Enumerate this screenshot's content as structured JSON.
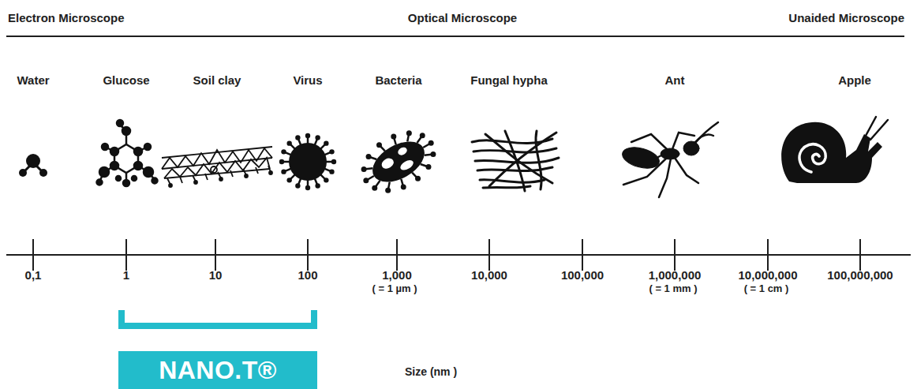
{
  "diagram": {
    "nodes": [
      {
        "text": [
          "NANO.T®"
        ]
      }
    ],
    "labels": [
      "Electron Microscope",
      "Optical Microscope",
      "Unaided Microscope",
      "Water",
      "Glucose",
      "Soil clay",
      "Virus",
      "Bacteria",
      "Fungal hypha",
      "Ant",
      "Apple",
      "0,1",
      "1",
      "10",
      "100",
      "1,000",
      "( = 1 µm )",
      "10,000",
      "100,000",
      "1,000,000",
      "( = 1 mm )",
      "10,000,000",
      "( = 1 cm )",
      "100,000,000",
      "Size (nm )"
    ]
  }
}
